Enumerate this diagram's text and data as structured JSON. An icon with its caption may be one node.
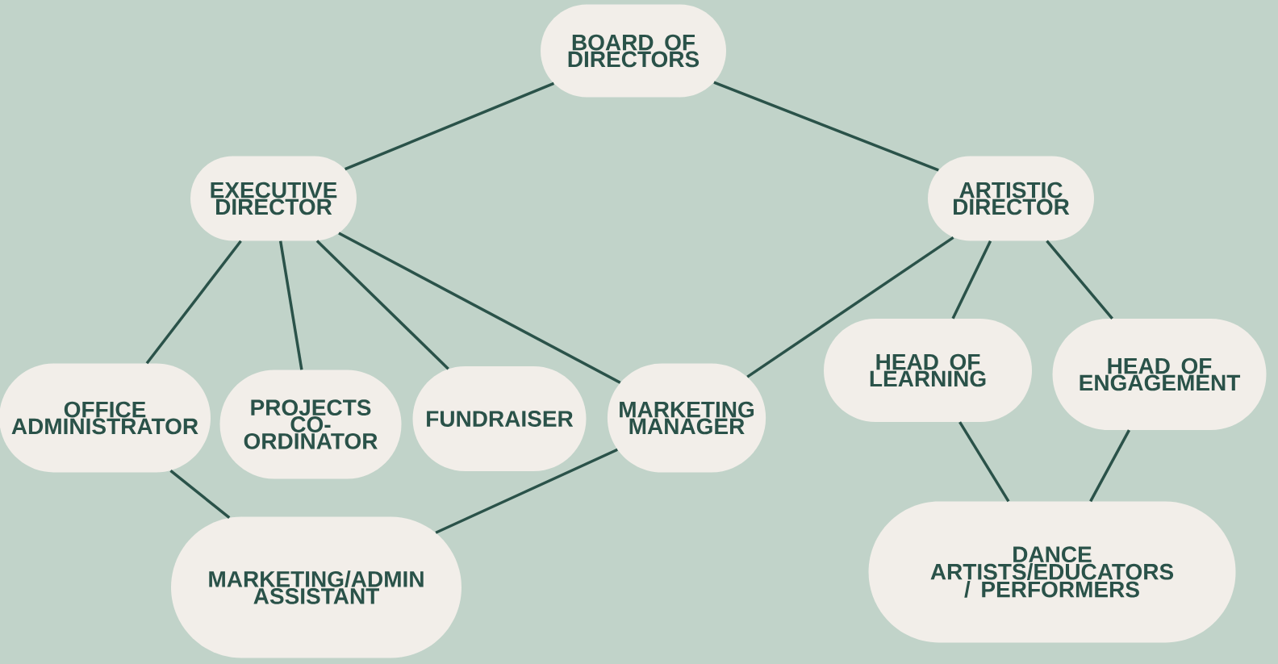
{
  "diagram": {
    "nodes": [
      {
        "text": [
          "BOARD OF DIRECTORS"
        ]
      },
      {
        "text": [
          "EXECUTIVE DIRECTOR"
        ]
      },
      {
        "text": [
          "ARTISTIC DIRECTOR"
        ]
      },
      {
        "text": [
          "OFFICE ADMINISTRATOR"
        ]
      },
      {
        "text": [
          "PROJECTS CO-ORDINATOR"
        ]
      },
      {
        "text": [
          "FUNDRAISER"
        ]
      },
      {
        "text": [
          "MARKETING MANAGER"
        ]
      },
      {
        "text": [
          "HEAD OF LEARNING"
        ]
      },
      {
        "text": [
          "HEAD OF ENGAGEMENT"
        ]
      },
      {
        "text": [
          "MARKETING/ADMIN ASSISTANT"
        ]
      },
      {
        "text": [
          "DANCE ARTISTS/EDUCATORS / PERFORMERS"
        ]
      }
    ],
    "edges": [
      {
        "from": 0,
        "to": 1,
        "arrow": "none"
      },
      {
        "from": 0,
        "to": 2,
        "arrow": "none"
      },
      {
        "from": 1,
        "to": 3,
        "arrow": "none"
      },
      {
        "from": 1,
        "to": 4,
        "arrow": "none"
      },
      {
        "from": 1,
        "to": 5,
        "arrow": "none"
      },
      {
        "from": 1,
        "to": 6,
        "arrow": "none"
      },
      {
        "from": 2,
        "to": 6,
        "arrow": "none"
      },
      {
        "from": 2,
        "to": 7,
        "arrow": "none"
      },
      {
        "from": 2,
        "to": 8,
        "arrow": "none"
      },
      {
        "from": 3,
        "to": 9,
        "arrow": "none"
      },
      {
        "from": 6,
        "to": 9,
        "arrow": "none"
      },
      {
        "from": 7,
        "to": 10,
        "arrow": "none"
      },
      {
        "from": 8,
        "to": 10,
        "arrow": "none"
      }
    ]
  }
}
